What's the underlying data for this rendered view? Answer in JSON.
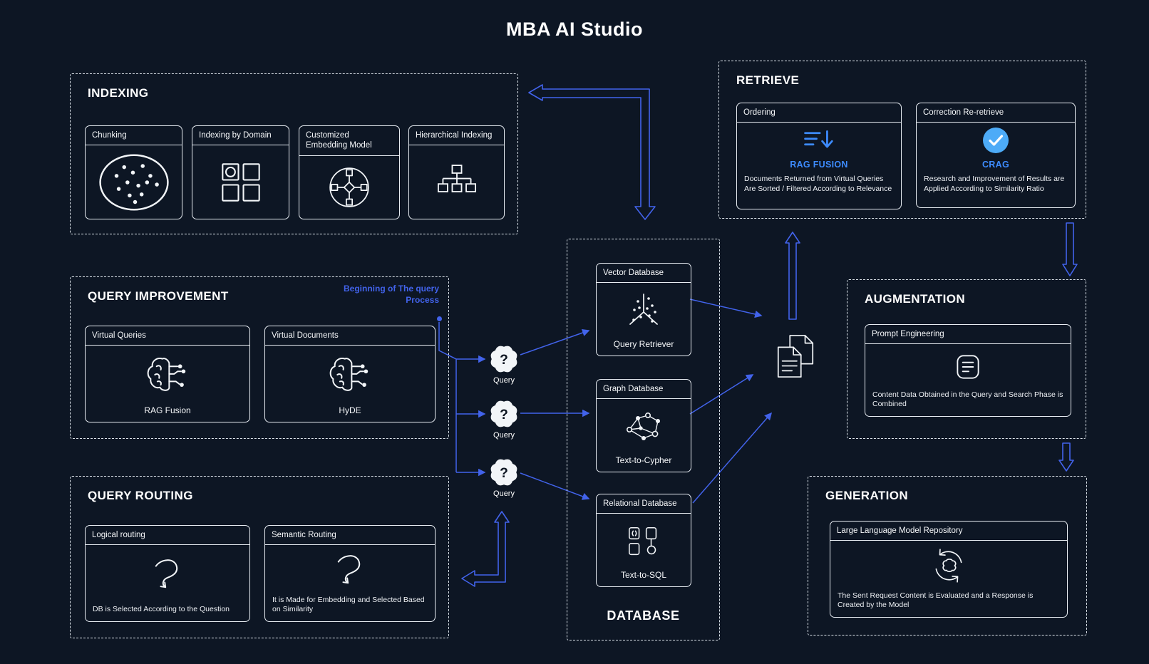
{
  "title": "MBA AI Studio",
  "colors": {
    "background": "#0d1624",
    "arrow_blue": "#4263eb",
    "accent_blue": "#3d8bfd",
    "check_blue": "#4dabf7"
  },
  "annotations": {
    "query_process_start": "Beginning of The query Process",
    "query_label": "Query"
  },
  "sections": {
    "indexing": {
      "title": "INDEXING",
      "cards": [
        {
          "title": "Chunking",
          "icon": "chunking-scatter-icon"
        },
        {
          "title": "Indexing by Domain",
          "icon": "domain-grid-icon"
        },
        {
          "title": "Customized Embedding Model",
          "icon": "embedding-model-icon"
        },
        {
          "title": "Hierarchical Indexing",
          "icon": "hierarchy-tree-icon"
        }
      ]
    },
    "query_improvement": {
      "title": "QUERY IMPROVEMENT",
      "cards": [
        {
          "title": "Virtual Queries",
          "label": "RAG Fusion",
          "icon": "brain-circuit-icon"
        },
        {
          "title": "Virtual Documents",
          "label": "HyDE",
          "icon": "brain-circuit-icon"
        }
      ]
    },
    "query_routing": {
      "title": "QUERY ROUTING",
      "cards": [
        {
          "title": "Logical routing",
          "description": "DB is Selected According to the Question",
          "icon": "curved-arrow-icon"
        },
        {
          "title": "Semantic Routing",
          "description": "It is Made for Embedding and Selected Based on Similarity",
          "icon": "curved-arrow-icon"
        }
      ]
    },
    "database": {
      "title": "DATABASE",
      "cards": [
        {
          "title": "Vector Database",
          "label": "Query Retriever",
          "icon": "vector-axes-icon"
        },
        {
          "title": "Graph Database",
          "label": "Text-to-Cypher",
          "icon": "graph-nodes-icon"
        },
        {
          "title": "Relational Database",
          "label": "Text-to-SQL",
          "icon": "sql-schema-icon"
        }
      ]
    },
    "retrieve": {
      "title": "RETRIEVE",
      "cards": [
        {
          "title": "Ordering",
          "label": "RAG FUSION",
          "description": "Documents Returned from Virtual Queries Are Sorted / Filtered According to Relevance",
          "icon": "sort-lines-icon"
        },
        {
          "title": "Correction Re-retrieve",
          "label": "CRAG",
          "description": "Research and Improvement of Results are Applied According to Similarity Ratio",
          "icon": "check-circle-icon"
        }
      ]
    },
    "augmentation": {
      "title": "AUGMENTATION",
      "cards": [
        {
          "title": "Prompt Engineering",
          "description": "Content Data Obtained in the Query and Search Phase is Combined",
          "icon": "notepad-icon"
        }
      ]
    },
    "generation": {
      "title": "GENERATION",
      "cards": [
        {
          "title": "Large Language Model Repository",
          "description": "The Sent Request Content is Evaluated and a Response is Created by the Model",
          "icon": "llm-cycle-icon"
        }
      ]
    }
  }
}
